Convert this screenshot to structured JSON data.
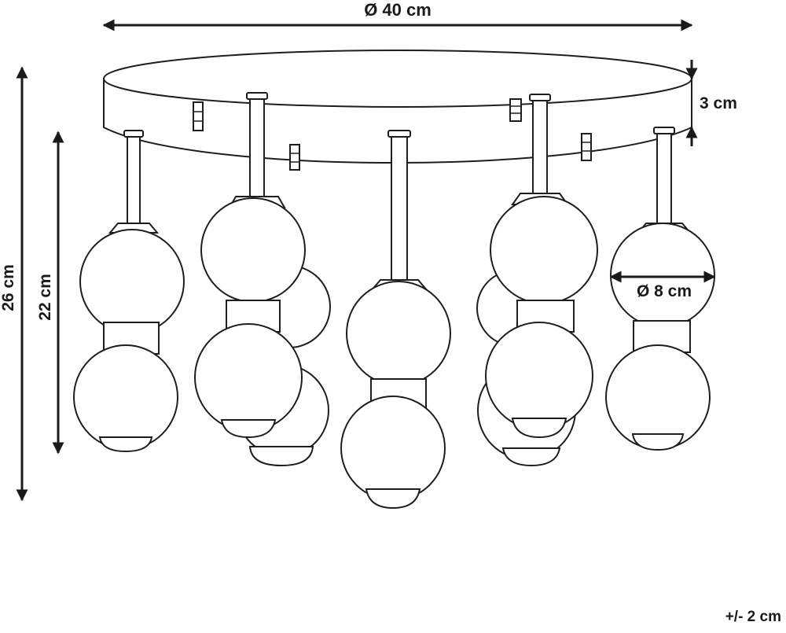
{
  "dimensions": {
    "diameter": "Ø 40 cm",
    "base_height": "3 cm",
    "total_height": "26 cm",
    "drop_height": "22 cm",
    "globe_diameter": "Ø 8 cm"
  },
  "tolerance": "+/- 2 cm",
  "colors": {
    "line": "#1e1e1e",
    "background": "#ffffff"
  }
}
